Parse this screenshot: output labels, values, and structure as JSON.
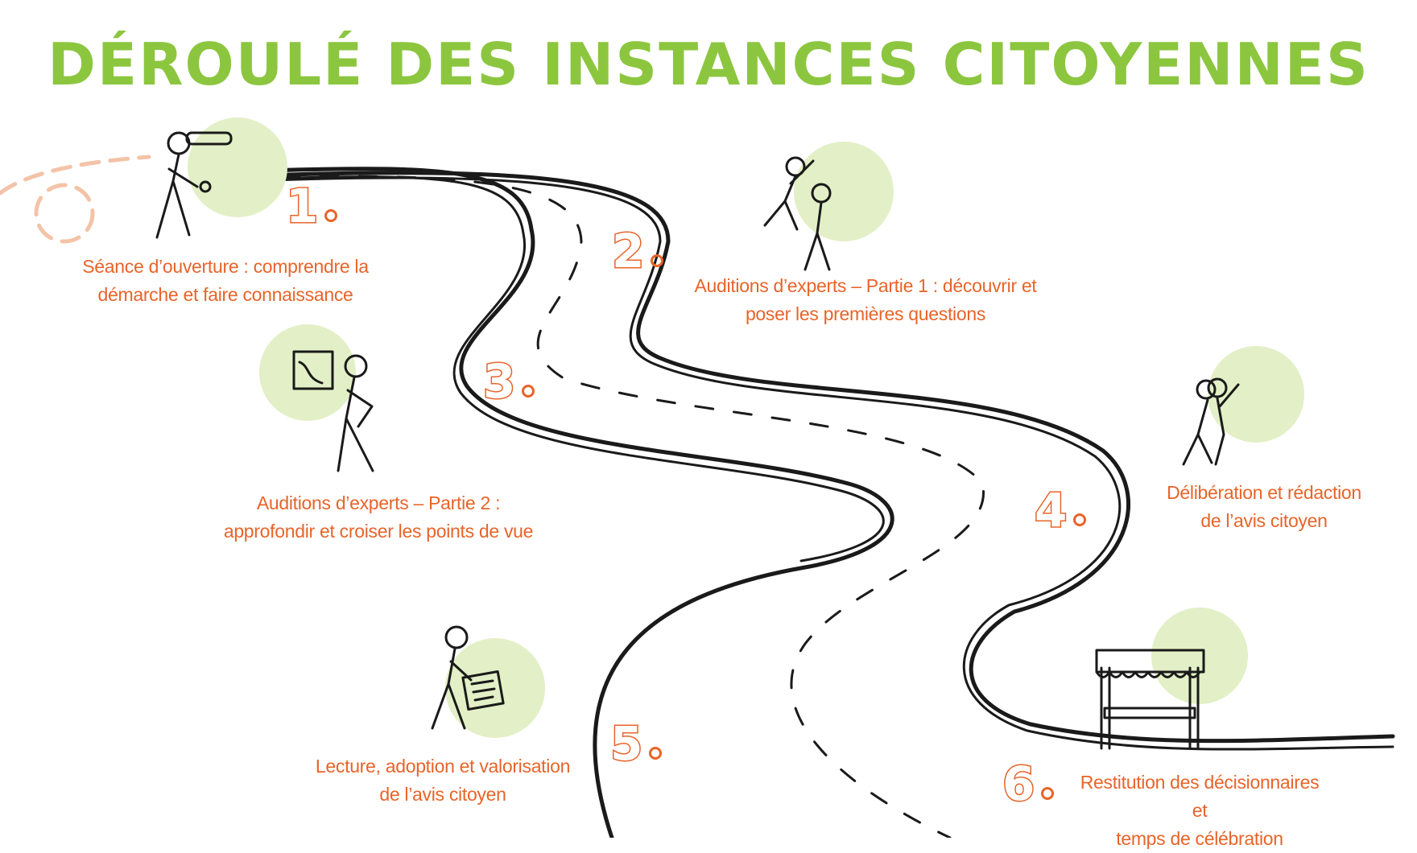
{
  "title": "DÉROULÉ DES INSTANCES CITOYENNES",
  "steps": [
    {
      "number": "1",
      "line1": "Séance d’ouverture : comprendre la",
      "line2": "démarche et faire connaissance"
    },
    {
      "number": "2",
      "line1": "Auditions d’experts – Partie 1 : découvrir et",
      "line2": "poser les premières questions"
    },
    {
      "number": "3",
      "line1": "Auditions d’experts – Partie 2 :",
      "line2": "approfondir et croiser les points de vue"
    },
    {
      "number": "4",
      "line1": "Délibération et rédaction",
      "line2": "de l’avis citoyen"
    },
    {
      "number": "5",
      "line1": "Lecture, adoption et valorisation",
      "line2": "de l’avis citoyen"
    },
    {
      "number": "6",
      "line1": "Restitution des décisionnaires et",
      "line2": "temps de célébration"
    }
  ],
  "colors": {
    "title": "#8cc63f",
    "accent": "#e8642a",
    "blob": "#e3efc6",
    "line": "#1a1a1a"
  }
}
